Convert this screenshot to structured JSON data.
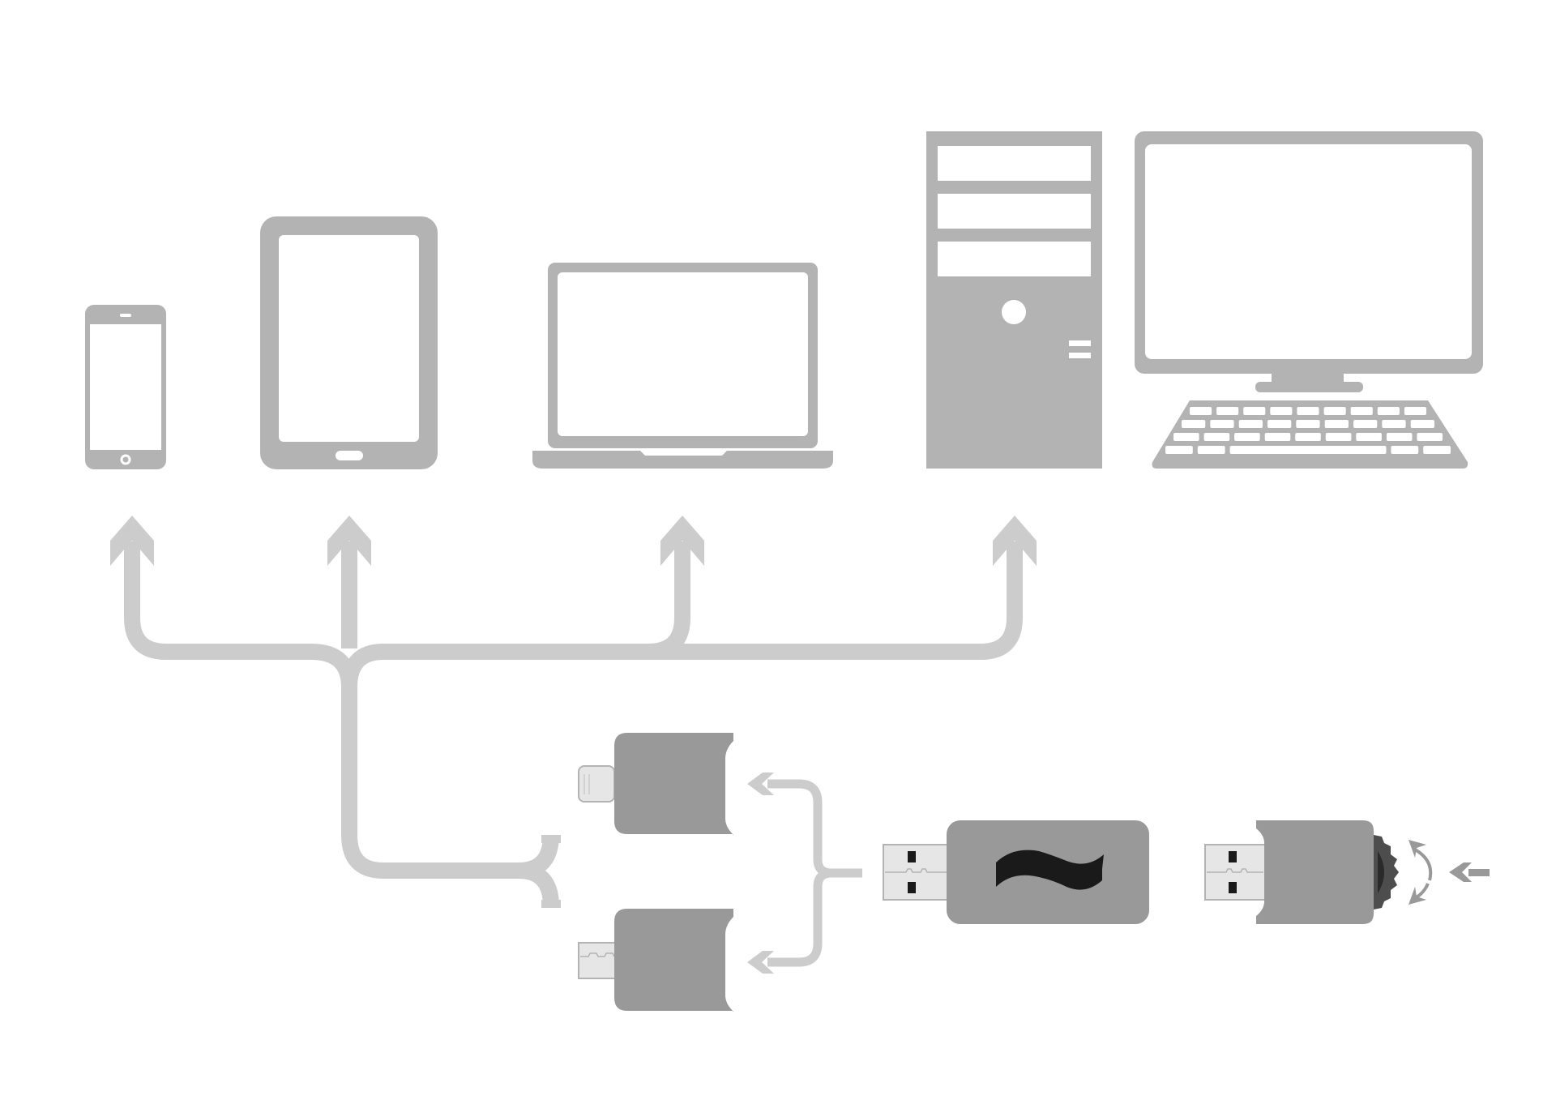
{
  "diagram": {
    "title": "",
    "colors": {
      "device": "#b3b3b3",
      "screen": "#ffffff",
      "connector_line": "#cccccc",
      "adapter": "#999999",
      "usb_plug": "#e6e6e6",
      "usb_outline": "#b3b3b3",
      "usb_hole": "#1a1a1a",
      "tilde": "#1a1a1a",
      "cap_dark": "#4d4d4d",
      "arrow_small": "#999999"
    },
    "devices": [
      {
        "id": "smartphone",
        "icon": "smartphone-icon"
      },
      {
        "id": "tablet",
        "icon": "tablet-icon"
      },
      {
        "id": "laptop",
        "icon": "laptop-icon"
      },
      {
        "id": "desktop-tower",
        "icon": "desktop-tower-icon"
      },
      {
        "id": "monitor-keyboard",
        "icon": "monitor-keyboard-icon"
      }
    ],
    "adapters": [
      {
        "id": "lightning-adapter",
        "icon": "lightning-connector-icon"
      },
      {
        "id": "micro-usb-adapter",
        "icon": "micro-usb-connector-icon"
      }
    ],
    "drives": [
      {
        "id": "usb-flash-drive",
        "icon": "usb-drive-icon",
        "symbol": "~"
      },
      {
        "id": "usb-drive-with-cap",
        "icon": "usb-drive-cap-icon"
      }
    ]
  }
}
